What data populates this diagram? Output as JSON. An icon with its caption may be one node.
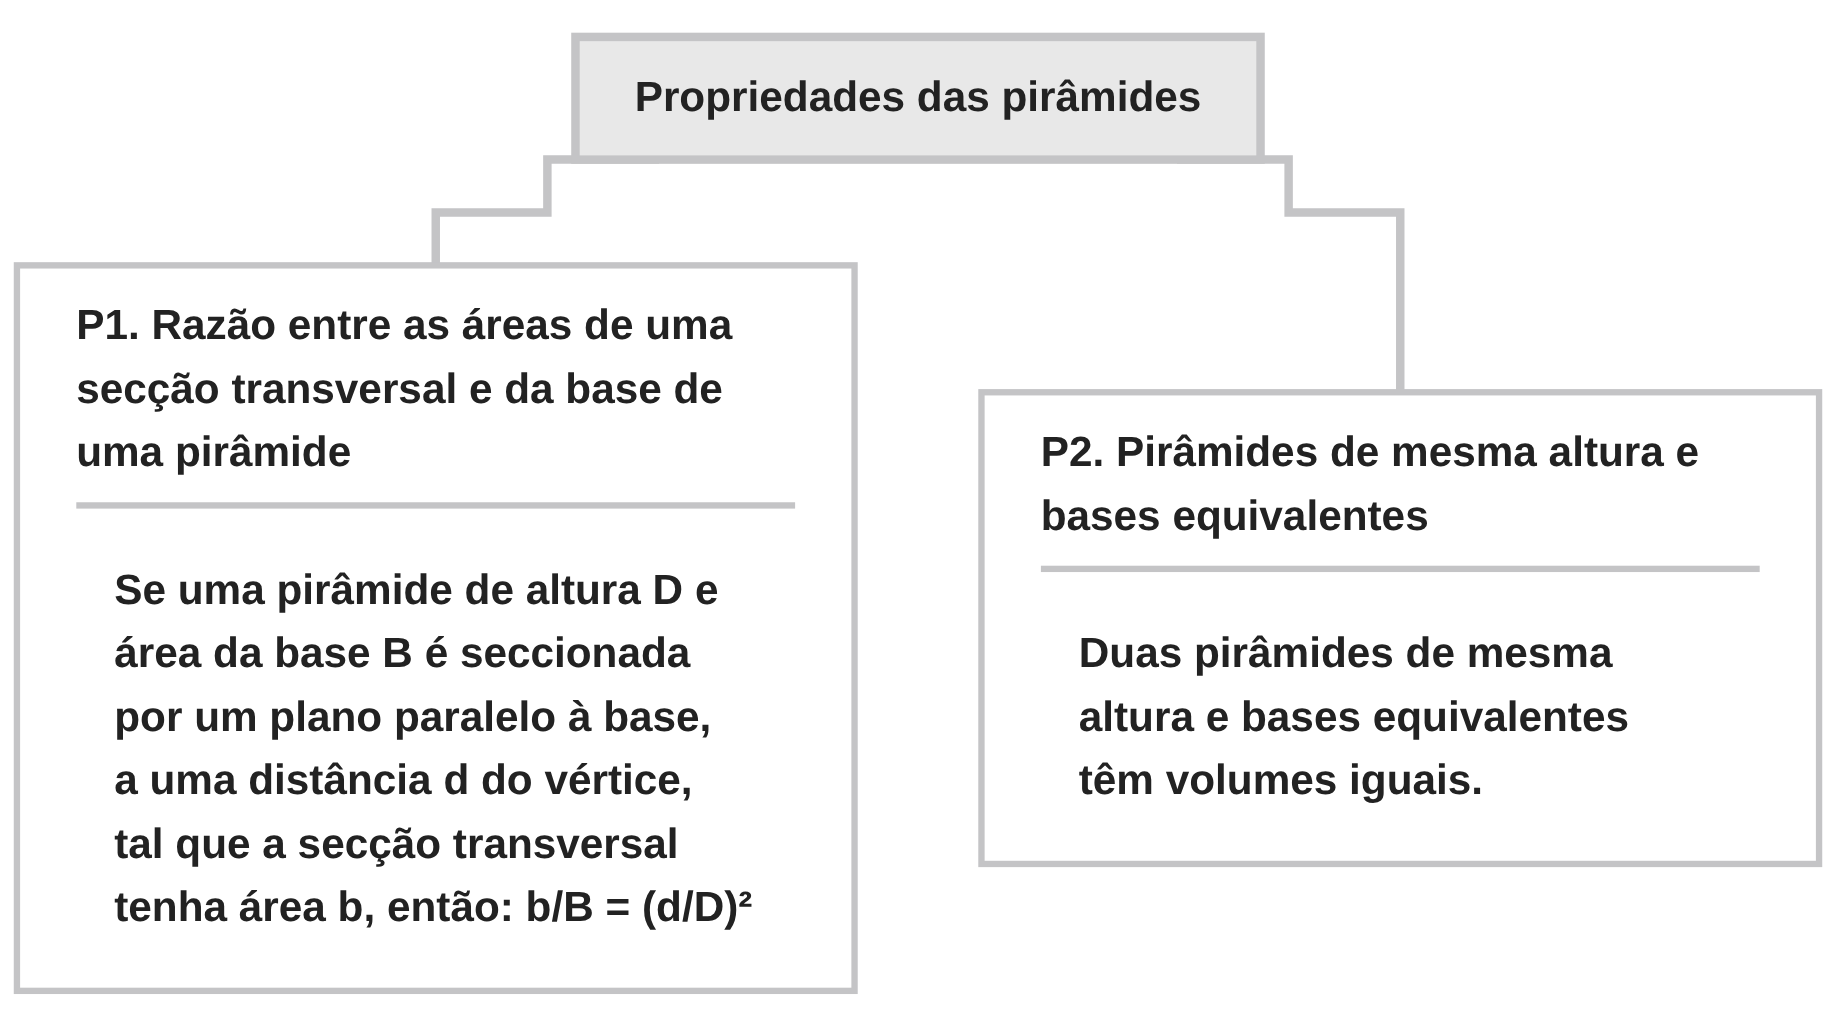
{
  "diagram": {
    "nodes": [
      {
        "text": [
          "Propriedades das pirâmides"
        ]
      },
      {
        "text": [
          "**P1.** Razão entre as áreas de uma secção transversal e da base de uma pirâmide",
          "Se uma pirâmide de altura D e área da base B é seccionada por um plano paralelo à base, a uma distância d do vértice, tal que a secção transversal tenha área b, então: b/B = (d/D)²"
        ]
      },
      {
        "text": [
          "**P2.** Pirâmides de mesma altura e bases equivalentes",
          "Duas pirâmides de mesma altura e bases equivalentes têm volumes iguais."
        ]
      }
    ],
    "edges": [
      {
        "from": 0,
        "to": 1,
        "arrow": "none"
      },
      {
        "from": 0,
        "to": 2,
        "arrow": "none"
      }
    ]
  }
}
